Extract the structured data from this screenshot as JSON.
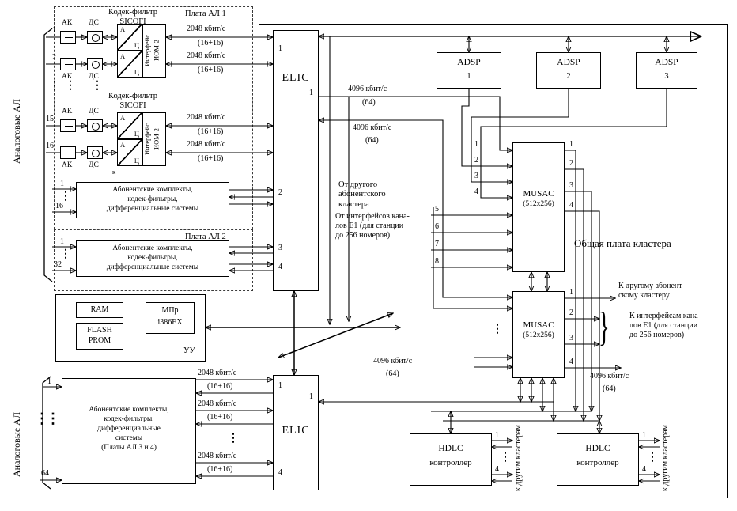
{
  "labels": {
    "analog_al": "Аналоговые АЛ",
    "plata_al1": "Плата АЛ 1",
    "plata_al2": "Плата АЛ 2",
    "codec_line1": "Кодек-фильтр",
    "codec_line2": "SICOFI",
    "ak": "АК",
    "ds": "ДС",
    "adc_a": "А",
    "adc_c": "Ц",
    "iom_line1": "Интерфейс",
    "iom_line2": "ИОМ-2",
    "k_small": "к",
    "sub_line1": "Абонентские комплекты,",
    "sub_line2": "кодек-фильтры,",
    "sub_line3": "дифференциальные системы",
    "sub34_line1": "Абонентские комплекты,",
    "sub34_line2": "кодек-фильтры,",
    "sub34_line3": "дифференциальные",
    "sub34_line4": "системы",
    "sub34_line5": "(Платы АЛ 3 и 4)",
    "ram": "RAM",
    "flash_line1": "FLASH",
    "flash_line2": "PROM",
    "mpr": "МПр",
    "i386": "i386EX",
    "uu": "УУ",
    "elic": "ELIC",
    "adsp": "ADSP",
    "musac": "MUSAC",
    "musac_size": "(512x256)",
    "hdlc_line1": "HDLC",
    "hdlc_line2": "контроллер",
    "cluster_title": "Общая плата кластера",
    "rate2048": "2048 кбит/с",
    "rate2048_sub": "(16+16)",
    "rate4096": "4096 кбит/с",
    "rate4096_sub": "(64)",
    "from_cluster_l1": "От другого",
    "from_cluster_l2": "абонентского",
    "from_cluster_l3": "кластера",
    "from_e1_l1": "От интерфейсов кана-",
    "from_e1_l2": "лов E1 (для станции",
    "from_e1_l3": "до 256 номеров)",
    "to_cluster_l1": "К другому абонент-",
    "to_cluster_l2": "скому кластеру",
    "to_e1_l1": "К интерфейсам кана-",
    "to_e1_l2": "лов E1 (для станции",
    "to_e1_l3": "до 256 номеров)",
    "to_clusters": "к другим кластерам",
    "ellipsis": "⋮",
    "brace": "}"
  },
  "ports": {
    "n1": "1",
    "n2": "2",
    "n3": "3",
    "n4": "4",
    "n5": "5",
    "n6": "6",
    "n7": "7",
    "n8": "8",
    "n15": "15",
    "n16": "16",
    "n32": "32",
    "n64": "64"
  }
}
